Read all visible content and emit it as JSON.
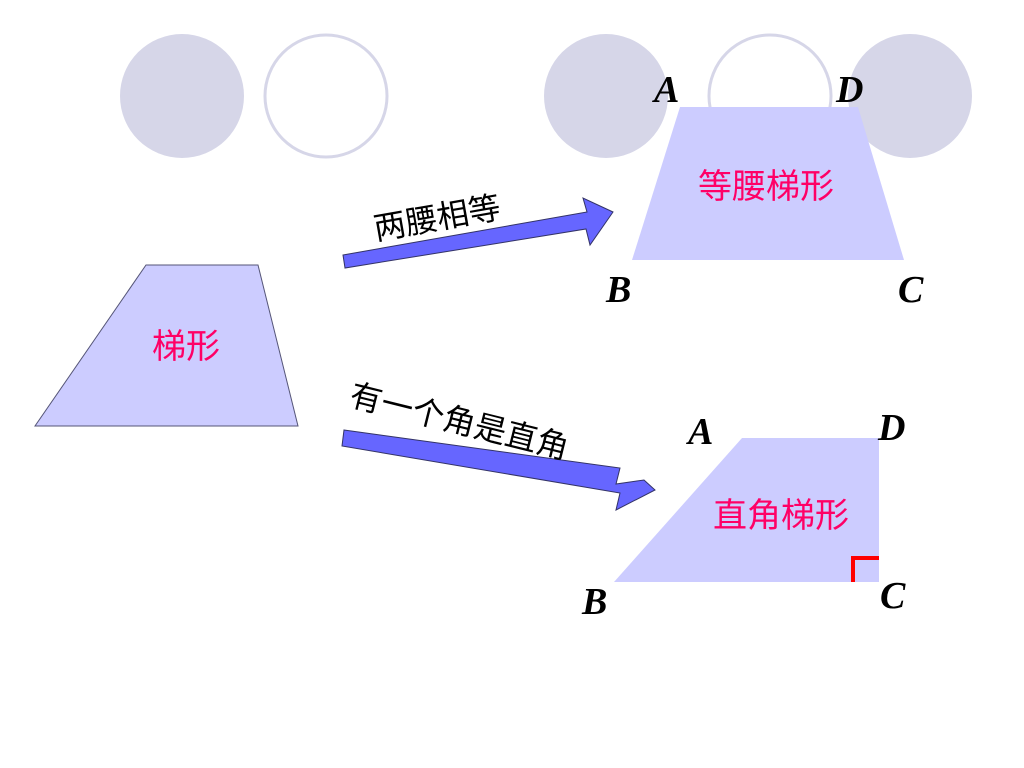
{
  "colors": {
    "circle_fill": "#d6d6e8",
    "circle_stroke": "#d6d6e8",
    "shape_fill": "#ccccff",
    "shape_stroke": "#6666aa",
    "arrow_fill": "#6666ff",
    "label_pink": "#ff0066",
    "right_angle_mark": "#ff0000"
  },
  "general_trapezoid": {
    "label": "梯形"
  },
  "top_arrow": {
    "label": "两腰相等"
  },
  "bottom_arrow": {
    "label": "有一个角是直角"
  },
  "isosceles_trapezoid": {
    "label": "等腰梯形",
    "vertices": {
      "a": "A",
      "b": "B",
      "c": "C",
      "d": "D"
    }
  },
  "right_trapezoid": {
    "label": "直角梯形",
    "vertices": {
      "a": "A",
      "b": "B",
      "c": "C",
      "d": "D"
    }
  }
}
